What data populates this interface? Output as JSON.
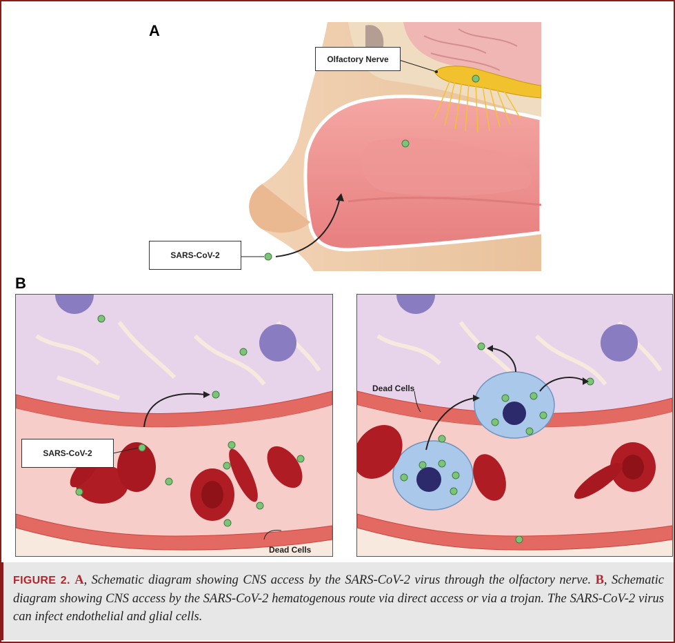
{
  "panel_a": {
    "letter": "A",
    "olfactory_label": "Olfactory Nerve",
    "virus_label": "SARS-CoV-2"
  },
  "panel_b": {
    "letter": "B",
    "virus_label": "SARS-CoV-2",
    "dead_cells_left": "Dead Cells",
    "dead_cells_right": "Dead Cells"
  },
  "caption": {
    "figure_label": "FIGURE 2.",
    "a_letter": "A",
    "a_text": ", Schematic diagram showing CNS access by the SARS-CoV-2 virus through the olfactory nerve.",
    "b_letter": "B",
    "b_text": ", Schematic diagram showing CNS access by the SARS-CoV-2 hematogenous route via direct access or via a trojan. The SARS-CoV-2 virus can infect endothelial and glial cells."
  },
  "colors": {
    "frame": "#8b1a1a",
    "caption_accent": "#b5252b",
    "virus": "#7cc47a",
    "rbc": "#b01c24",
    "glia": "#8a7cc0",
    "immune_cell": "#a9c8ea"
  }
}
